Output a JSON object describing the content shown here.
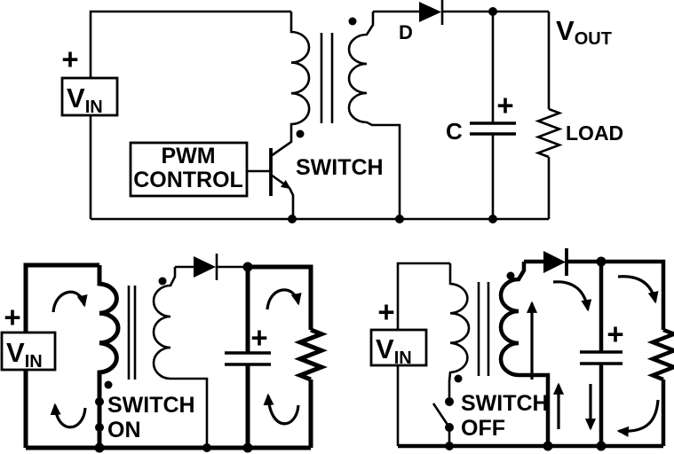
{
  "colors": {
    "ink": "#000000",
    "paper": "#ffffff"
  },
  "main_circuit": {
    "source_plus": "+",
    "source_v": "V",
    "source_sub": "IN",
    "pwm_label_line1": "PWM",
    "pwm_label_line2": "CONTROL",
    "switch_label": "SWITCH",
    "diode_label": "D",
    "output_v": "V",
    "output_sub": "OUT",
    "capacitor_label": "C",
    "capacitor_plus": "+",
    "load_label": "LOAD"
  },
  "switch_on_circuit": {
    "source_plus": "+",
    "source_v": "V",
    "source_sub": "IN",
    "state_line1": "SWITCH",
    "state_line2": "ON",
    "capacitor_plus": "+"
  },
  "switch_off_circuit": {
    "source_plus": "+",
    "source_v": "V",
    "source_sub": "IN",
    "state_line1": "SWITCH",
    "state_line2": "OFF",
    "capacitor_plus": "+"
  }
}
